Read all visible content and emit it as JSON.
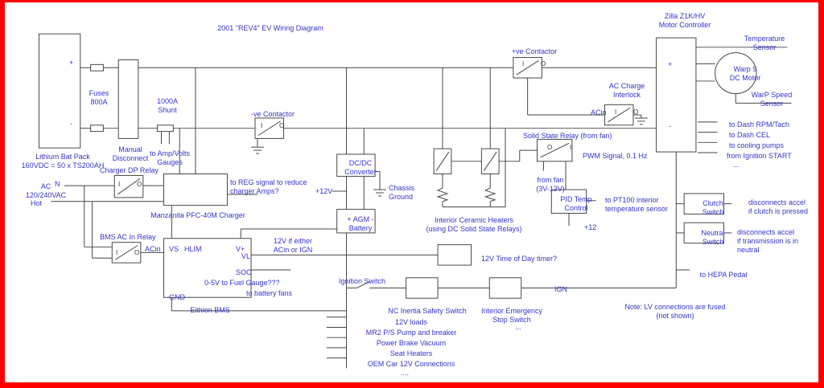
{
  "title": "2001 \"REV4\" EV Wiring Diagram",
  "colors": {
    "text_accent": "#3333cc",
    "wire": "#444444",
    "frame": "#ff0000"
  },
  "controller": {
    "name": "Zilla Z1K/HV\nMotor Controller",
    "plus": "+",
    "minus": "-",
    "outputs": [
      "to Dash RPM/Tach",
      "to Dash CEL",
      "to cooling pumps",
      "from Ignition START"
    ],
    "more": "..."
  },
  "motor": {
    "name": "Warp 9\nDC Motor",
    "temp_sensor": "Temperature Sensor",
    "speed_sensor": "WarP Speed Sensor"
  },
  "pack": {
    "battery": "Lithium Bat Pack\n160VDC = 50 x TS200AH",
    "plus": "+",
    "minus": "-",
    "fuses": "Fuses\n800A",
    "disconnect": "Manual\nDisconnect",
    "shunt": "1000A\nShunt",
    "gauges": "to Amp/Volts\nGauges"
  },
  "contactors": {
    "positive": "+ve Contactor",
    "negative": "-ve Contactor",
    "interlock": "AC Charge\nInterlock",
    "acin": "ACin",
    "terminal_in": "I",
    "terminal_out": "O"
  },
  "charger": {
    "dp_relay": "Charger DP Relay",
    "name": "Manzanita PFC-40M Charger",
    "reg_note": "to REG signal to reduce\ncharger Amps?",
    "ac": "AC\n120/240VAC",
    "neutral": "N",
    "hot": "Hot"
  },
  "bms": {
    "ac_relay": "BMS AC In Relay",
    "acin": "ACin",
    "vs": "VS",
    "hlim": "HLIM",
    "vplus": "V+",
    "vl": "VL",
    "soc": "SOC",
    "gnd": "GND",
    "name": "Eithion BMS",
    "supply_note": "12V if either\nACin or IGN",
    "fuel_gauge": "0-5V to Fuel Gauge???",
    "battery_fans": "to battery fans"
  },
  "aux12v": {
    "dcdc": "DC/DC\nConverter",
    "plus12v": "+12V",
    "chassis_ground": "Chassis\nGround",
    "agm": "+ AGM -\nBattery",
    "timer": "12V Time of Day timer?",
    "loads_title": "12V loads",
    "loads": [
      "MR2 P/S Pump and breaker",
      "Power Brake Vacuum",
      "Seat Heaters",
      "OEM Car 12V Connections"
    ],
    "more": "...."
  },
  "heating": {
    "heaters": "Interior Ceramic Heaters\n(using DC Solid State Relays)",
    "ssr": "Solid State Relay (from fan)",
    "pwm": "PWM Signal, 0.1 Hz",
    "from_fan": "from fan\n(3V-12V)",
    "pid": "PID Temp\nControl",
    "pt100": "to PT100 interior\ntemperature sensor",
    "plus12": "+12"
  },
  "safety": {
    "ignition_switch": "Ignition Switch",
    "inertia": "NC Inertia Safety Switch",
    "stop": "Interior Emergency\nStop Switch",
    "more": "...",
    "ign": "IGN",
    "clutch": "Clutch\nSwitch",
    "clutch_note": "disconnects accel\nif clutch is pressed",
    "neutral": "Neutral\nSwitch",
    "neutral_note": "disconnects accel\nif transmission is in neutral",
    "hepa": "to HEPA Pedal",
    "note": "Note: LV connections are fused\n(not shown)"
  }
}
